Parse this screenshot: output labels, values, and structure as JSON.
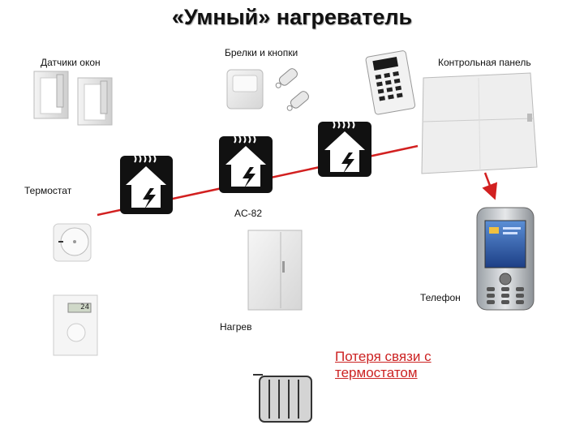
{
  "title": "«Умный» нагреватель",
  "labels": {
    "window_sensors": "Датчики окон",
    "keyfobs_buttons": "Брелки и кнопки",
    "control_panel": "Контрольная панель",
    "thermostat": "Термостат",
    "ac82": "AC-82",
    "phone": "Телефон",
    "heating": "Нагрев"
  },
  "alert": {
    "line1": "Потеря связи с",
    "line2": "термостатом"
  },
  "thermostat_display": "24",
  "colors": {
    "arrow": "#d22020",
    "alert_text": "#cc2222",
    "house_icon": "#111111"
  },
  "icons": [
    "window-sensor-icon",
    "keyfob-icon",
    "wireless-button-icon",
    "keypad-icon",
    "heating-house-icon",
    "control-panel-icon",
    "phone-icon",
    "dial-thermostat-icon",
    "digital-thermostat-icon",
    "radiator-icon"
  ]
}
